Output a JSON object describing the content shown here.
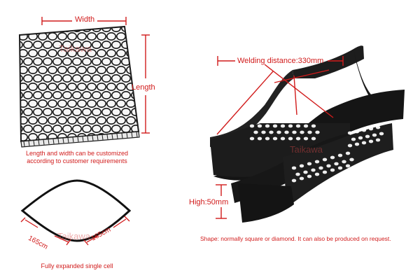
{
  "colors": {
    "accent": "#d11b1b",
    "material": "#1b1b1b",
    "outline": "#111111"
  },
  "labels": {
    "width": "Width",
    "length": "Length",
    "customize_line1": "Length and width can be customized",
    "customize_line2": "according to customer requirements",
    "cell_left": "165cm",
    "cell_right": "165cm",
    "single_cell": "Fully expanded single cell",
    "welding": "Welding distance:330mm",
    "height": "High:50mm",
    "shape": "Shape: normally square or diamond. It can also be produced on request."
  },
  "watermarks": {
    "top_left": "Taikawa",
    "cell": "Taikawa",
    "right": "Taikawa"
  },
  "icons": [
    "honeycomb-grid-illustration",
    "single-cell-outline",
    "geocell-strip-photo"
  ]
}
